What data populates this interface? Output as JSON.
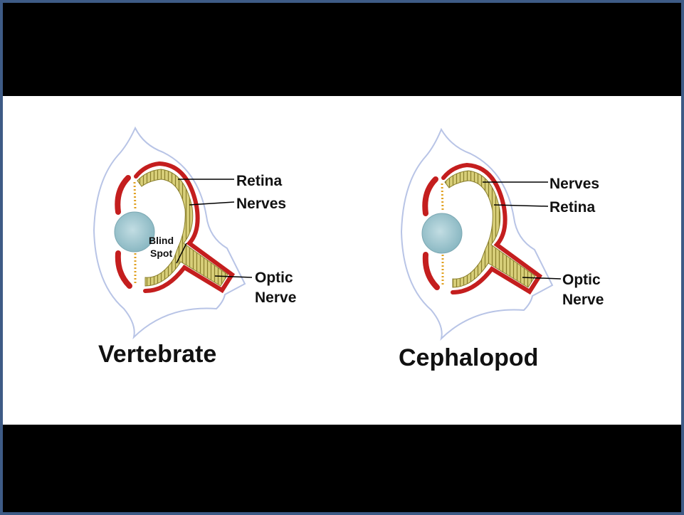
{
  "panels": {
    "vertebrate": {
      "title": "Vertebrate",
      "labels": {
        "retina": "Retina",
        "nerves": "Nerves",
        "blind_spot_line1": "Blind",
        "blind_spot_line2": "Spot",
        "optic_line1": "Optic",
        "optic_line2": "Nerve"
      }
    },
    "cephalopod": {
      "title": "Cephalopod",
      "labels": {
        "nerves": "Nerves",
        "retina": "Retina",
        "optic_line1": "Optic",
        "optic_line2": "Nerve"
      }
    }
  },
  "colors": {
    "border": "#3e5b86",
    "band": "#000000",
    "eye_outline": "#b8c4e6",
    "eye_fill": "#ffffff",
    "sclera": "#c41e1e",
    "retina_fill": "#d8cf7a",
    "retina_stripe": "#8a7f2c",
    "lens": "#9cc7d0",
    "iris_dots": "#e0a020"
  }
}
